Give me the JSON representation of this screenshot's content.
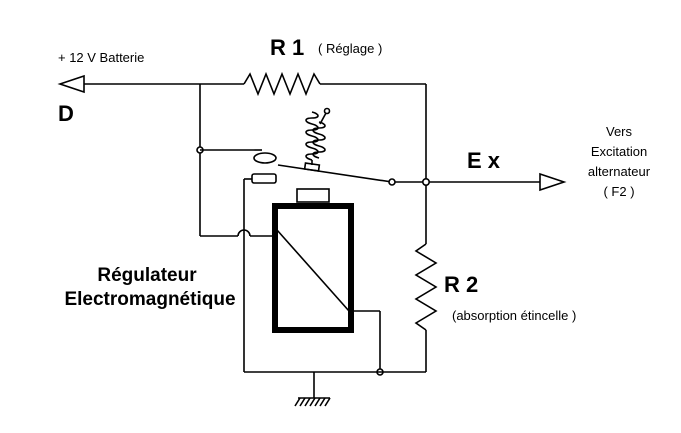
{
  "labels": {
    "battery": "+ 12 V Batterie",
    "d": "D",
    "r1": "R 1",
    "r1_note": "( Réglage )",
    "ex": "E x",
    "vers1": "Vers",
    "vers2": "Excitation",
    "vers3": "alternateur",
    "vers4": "( F2 )",
    "reg1": "Régulateur",
    "reg2": "Electromagnétique",
    "r2": "R 2",
    "r2_note": "(absorption étincelle )"
  },
  "colors": {
    "line": "#000000",
    "background": "#ffffff"
  }
}
